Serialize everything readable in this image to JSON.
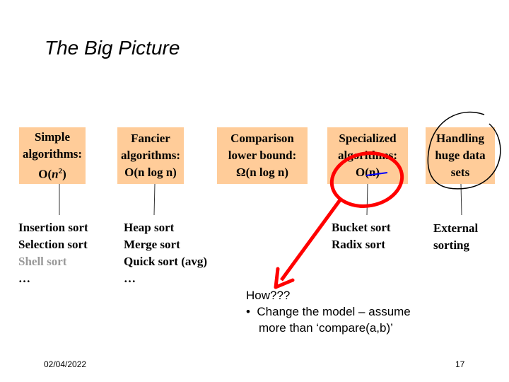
{
  "title": "The Big Picture",
  "boxes": [
    {
      "l1": "Simple",
      "l2": "algorithms:",
      "l3a": "O(",
      "l3n": "n",
      "l3b": "2",
      ")": ")"
    },
    {
      "l1": "Fancier",
      "l2": "algorithms:",
      "l3": "O(n log n)"
    },
    {
      "l1": "Comparison",
      "l2": "lower bound:",
      "l3": "Ω(n log n)"
    },
    {
      "l1": "Specialized",
      "l2": "algorithms:",
      "l3": "O(n)"
    },
    {
      "l1": "Handling",
      "l2": "huge data",
      "l3": "sets"
    }
  ],
  "lists": {
    "simple": [
      "Insertion sort",
      "Selection sort",
      "Shell sort",
      "…"
    ],
    "fancier": [
      "Heap sort",
      "Merge sort",
      "Quick sort (avg)",
      "…"
    ],
    "specialized": [
      "Bucket sort",
      "Radix sort"
    ],
    "handling": [
      "External",
      "sorting"
    ]
  },
  "how": {
    "q": "How???",
    "bullet": "•",
    "line1": "Change the model – assume",
    "line2": "more than ‘compare(a,b)’"
  },
  "footer": {
    "date": "02/04/2022",
    "page": "17"
  },
  "colors": {
    "box": "#FFCC99",
    "annotation_red": "#FF0000",
    "annotation_blue": "#0000FF"
  }
}
